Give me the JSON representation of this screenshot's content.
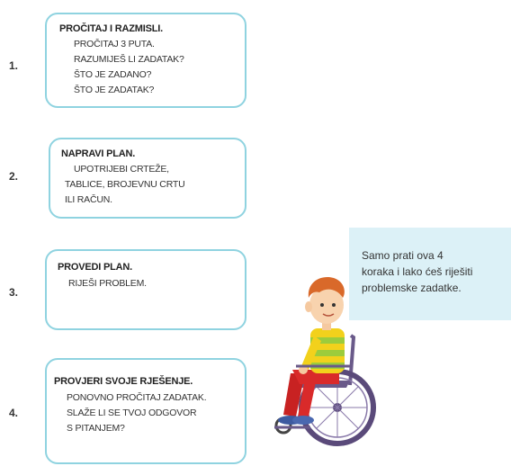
{
  "steps": [
    {
      "number": "1.",
      "title": "PROČITAJ I RAZMISLI.",
      "lines": [
        "PROČITAJ 3 PUTA.",
        "RAZUMIJEŠ LI ZADATAK?",
        "ŠTO JE ZADANO?",
        "ŠTO JE ZADATAK?"
      ]
    },
    {
      "number": "2.",
      "title": "NAPRAVI PLAN.",
      "lines": [
        "UPOTRIJEBI CRTEŽE,",
        "TABLICE, BROJEVNU CRTU",
        "ILI RAČUN."
      ]
    },
    {
      "number": "3.",
      "title": "PROVEDI PLAN.",
      "lines": [
        "RIJEŠI PROBLEM."
      ]
    },
    {
      "number": "4.",
      "title": "PROVJERI SVOJE RJEŠENJE.",
      "lines": [
        "PONOVNO PROČITAJ ZADATAK.",
        "SLAŽE LI SE TVOJ ODGOVOR",
        "S PITANJEM?"
      ]
    }
  ],
  "speech": {
    "lines": [
      "Samo prati ova 4",
      "koraka i lako ćeš riješiti",
      "problemske zadatke."
    ]
  },
  "colors": {
    "card_border": "#8fd3e0",
    "bubble_bg": "#dcf1f7",
    "hair": "#d9692a",
    "sweater_yellow": "#f2d11c",
    "sweater_green": "#9ccc3c",
    "pants": "#d92a2a",
    "wheelchair": "#6a5a8a"
  },
  "illustration": {
    "icon": "boy-in-wheelchair-illustration"
  }
}
